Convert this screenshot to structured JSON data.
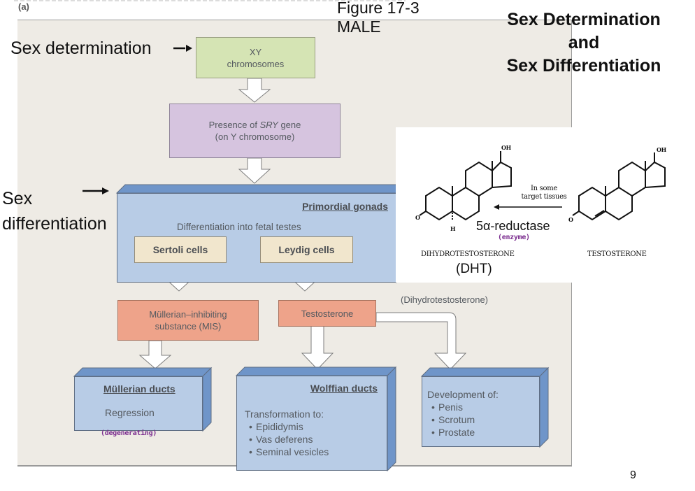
{
  "figure": {
    "panel_label": "(a)",
    "figure_ref": "Figure 17-3",
    "sex": "MALE",
    "page_number": "9"
  },
  "title": {
    "line1": "Sex Determination",
    "line2": "and",
    "line3": "Sex Differentiation"
  },
  "annotations": {
    "sex_determination": "Sex determination",
    "sex_differentiation_line1": "Sex",
    "sex_differentiation_line2": "differentiation"
  },
  "flow": {
    "xy": {
      "line1": "XY",
      "line2": "chromosomes"
    },
    "sry": {
      "prefix": "Presence of ",
      "gene": "SRY",
      "suffix": " gene",
      "line2": "(on Y chromosome)"
    },
    "gonads": {
      "heading": "Primordial gonads",
      "text": "Differentiation into fetal testes"
    },
    "sertoli": "Sertoli cells",
    "leydig": "Leydig cells",
    "mis": {
      "line1": "Müllerian–inhibiting",
      "line2": "substance (MIS)"
    },
    "testosterone": "Testosterone",
    "dht_label": "(Dihydrotestosterone)",
    "mullerian": {
      "heading": "Müllerian ducts",
      "text": "Regression",
      "note": "(degenerating)"
    },
    "wolffian": {
      "heading": "Wolffian ducts",
      "text": "Transformation to:",
      "items": [
        "Epididymis",
        "Vas deferens",
        "Seminal vesicles"
      ]
    },
    "development": {
      "text": "Development of:",
      "items": [
        "Penis",
        "Scrotum",
        "Prostate"
      ]
    }
  },
  "chemistry": {
    "left_name": "DIHYDROTESTOSTERONE",
    "left_abbrev": "(DHT)",
    "right_name": "TESTOSTERONE",
    "arrow_note_line1": "In some",
    "arrow_note_line2": "target tissues",
    "enzyme": "5α-reductase",
    "enzyme_note": "(enzyme)",
    "oh": "OH",
    "o": "O",
    "h": "H"
  },
  "colors": {
    "panel_bg": "#eeebe5",
    "xy_box": "#d5e4b4",
    "sry_box": "#d6c4df",
    "hormone_box": "#eea38a",
    "cell_box": "#f1e6cd",
    "duct_box": "#b8cce6",
    "handwriting": "#7b2d8f"
  }
}
